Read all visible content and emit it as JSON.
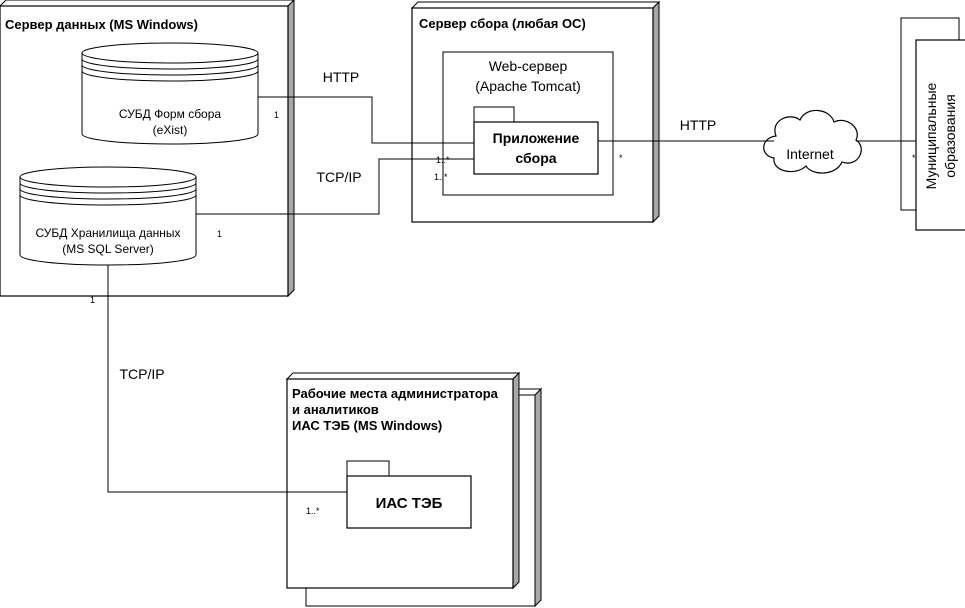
{
  "nodes": {
    "data_server": {
      "title": "Сервер данных (MS Windows)",
      "db_forms": {
        "line1": "СУБД Форм сбора",
        "line2": "(eXist)"
      },
      "db_warehouse": {
        "line1": "СУБД Хранилища данных",
        "line2": "(MS SQL Server)"
      }
    },
    "collection_server": {
      "title": "Сервер сбора (любая ОС)",
      "web_server": {
        "line1": "Web-сервер",
        "line2": "(Apache Tomcat)"
      },
      "app": {
        "line1": "Приложение",
        "line2": "сбора"
      }
    },
    "municipal": {
      "line1": "Муниципальные",
      "line2": "образования"
    },
    "workstations": {
      "title_line1": "Рабочие места администратора",
      "title_line2": "и аналитиков",
      "title_line3": "ИАС ТЭБ (MS Windows)",
      "app": "ИАС ТЭБ"
    },
    "internet": "Internet"
  },
  "connections": {
    "forms_app": {
      "label": "HTTP",
      "mult_a": "1",
      "mult_b": "1..*"
    },
    "warehouse_app": {
      "label": "TCP/IP",
      "mult_a": "1",
      "mult_b": "1..*"
    },
    "app_internet": {
      "label": "HTTP",
      "mult_a": "*",
      "mult_b": "*"
    },
    "warehouse_ias": {
      "label": "TCP/IP",
      "mult_a": "1",
      "mult_b": "1..*"
    }
  }
}
